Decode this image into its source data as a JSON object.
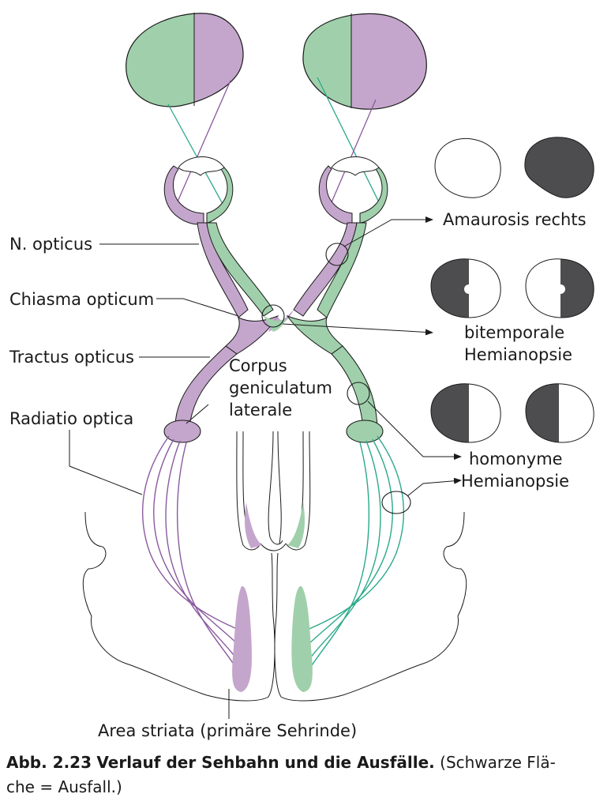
{
  "labels": {
    "n_opticus": "N. opticus",
    "chiasma": "Chiasma opticum",
    "tractus": "Tractus opticus",
    "radiatio": "Radiatio optica",
    "corpus_1": "Corpus",
    "corpus_2": "geniculatum",
    "corpus_3": "laterale",
    "area_striata": "Area striata (primäre Sehrinde)"
  },
  "deficits": [
    {
      "lines": [
        "Amaurosis rechts"
      ]
    },
    {
      "lines": [
        "bitemporale",
        "Hemianopsie"
      ]
    },
    {
      "lines": [
        "homonyme",
        "Hemianopsie"
      ]
    }
  ],
  "caption": {
    "number": "Abb. 2.23",
    "title": "Verlauf der Sehbahn und die Ausfälle.",
    "note_line1": "(Schwarze Flä-",
    "note_line2": "che = Ausfall.)"
  },
  "colors": {
    "purple": "#c4a6cc",
    "green": "#9fd0ab",
    "purple_line": "#8a5a9e",
    "green_line": "#2aa98a",
    "deficit_black": "#4d4d4f",
    "outline": "#1a1a1a"
  }
}
